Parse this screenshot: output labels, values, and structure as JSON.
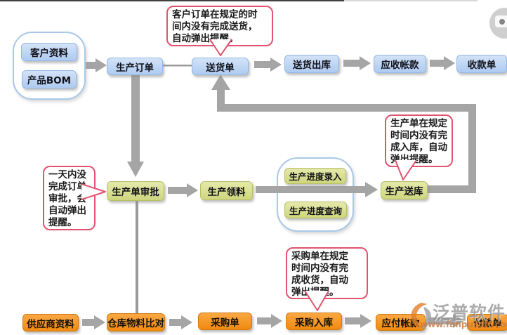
{
  "nodes": [
    {
      "label": "客户资料",
      "type": "blue"
    },
    {
      "label": "产品BOM",
      "type": "blue"
    },
    {
      "label": "生产订单",
      "type": "blue"
    },
    {
      "label": "送货单",
      "type": "blue"
    },
    {
      "label": "送货出库",
      "type": "blue"
    },
    {
      "label": "应收帐款",
      "type": "blue"
    },
    {
      "label": "收款单",
      "type": "blue"
    },
    {
      "label": "生产单审批",
      "type": "green"
    },
    {
      "label": "生产领料",
      "type": "green"
    },
    {
      "label": "生产进度录入",
      "type": "green"
    },
    {
      "label": "生产进度查询",
      "type": "green"
    },
    {
      "label": "生产送库",
      "type": "green"
    },
    {
      "label": "供应商资料",
      "type": "orange"
    },
    {
      "label": "仓库物料比对",
      "type": "orange"
    },
    {
      "label": "采购单",
      "type": "orange"
    },
    {
      "label": "采购入库",
      "type": "orange"
    },
    {
      "label": "应付帐款",
      "type": "orange"
    },
    {
      "label": "付款单",
      "type": "orange"
    }
  ],
  "callouts": [
    {
      "text": "客户订单在规定的时\n间内没有完成送货，\n自动弹出提醒。"
    },
    {
      "text": "生产单在规定\n时间内没有完\n成入库，自动\n弹出提醒。"
    },
    {
      "text": "一天内没\n完成订单\n审批，会\n自动弹出\n提醒。"
    },
    {
      "text": "采购单在规定\n时间内没有完\n成收货，自动\n弹出提醒。"
    }
  ],
  "watermark": {
    "brand": "泛普软件",
    "url": "www.fanpusoft.com"
  },
  "colors": {
    "node_blue": "#aecbf0",
    "node_green": "#ced67e",
    "node_orange": "#f08a10",
    "callout_border": "#e0546f",
    "arrow_gray": "#a5a5a5",
    "container_border": "#a9c9e9"
  }
}
